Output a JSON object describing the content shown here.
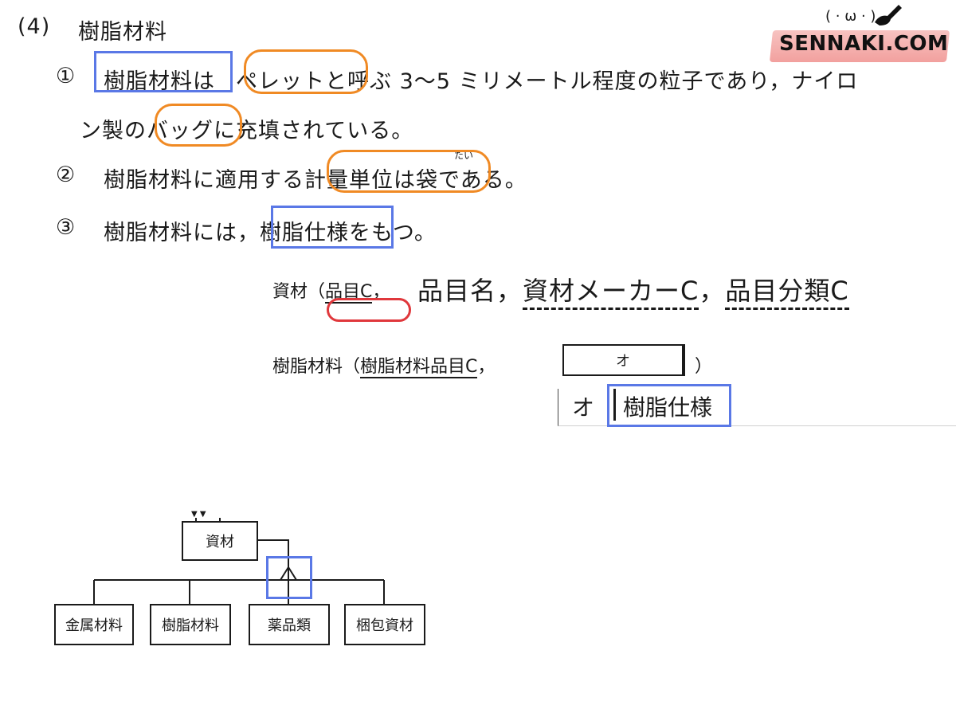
{
  "heading": {
    "number": "(4)",
    "title": "樹脂材料"
  },
  "items": [
    {
      "marker": "①",
      "line1": {
        "a": "樹脂材料は",
        "b": "ペレット",
        "c": "と呼ぶ 3〜5 ミリメートル程度の粒子であり，ナイロ"
      },
      "line2": {
        "a": "ン製の",
        "b": "バッグ",
        "c": "に充填されている。"
      }
    },
    {
      "marker": "②",
      "text": {
        "a": "樹脂材料に適用する",
        "b": "計量単位は袋",
        "c": "である。"
      },
      "ruby": "たい"
    },
    {
      "marker": "③",
      "text": {
        "a": "樹脂材料には，",
        "b": "樹脂仕様",
        "c": "をもつ。"
      }
    }
  ],
  "schema": {
    "row1": {
      "entity": "資材",
      "paren_open": "（",
      "key": "品目C",
      "sep": "，",
      "attr1": "品目名",
      "comma1": "，",
      "attr2": "資材メーカーC",
      "comma2": "，",
      "attr3": "品目分類C"
    },
    "row2": {
      "entity": "樹脂材料",
      "paren_open": "（",
      "key": "樹脂材料品目C",
      "sep": "，",
      "blank": "オ",
      "paren_close": "）"
    },
    "answer": {
      "label": "オ",
      "value": "樹脂仕様"
    }
  },
  "diagram": {
    "parent": "資材",
    "children": [
      "金属材料",
      "樹脂材料",
      "薬品類",
      "梱包資材"
    ],
    "arrows": "▼ ▼"
  },
  "logo": {
    "text": "SENNAKI.COM",
    "face": "( · ω · )"
  }
}
